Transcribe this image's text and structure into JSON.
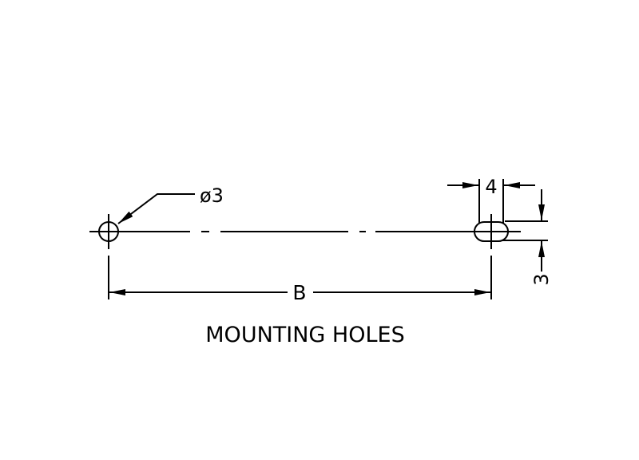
{
  "drawing": {
    "title": "MOUNTING HOLES",
    "hole_diameter_label": "ø3",
    "spacing_label": "B",
    "slot_width_label": "4",
    "slot_height_label": "3",
    "line_color": "#000000",
    "background_color": "#ffffff"
  }
}
